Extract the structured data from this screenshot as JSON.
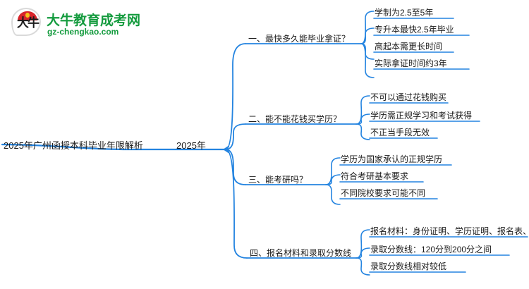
{
  "theme": {
    "line_color": "#2484e0",
    "text_color": "#1a1a1a",
    "brand_green": "#149b3e",
    "brand_red": "#d8252b",
    "background": "#ffffff"
  },
  "logo": {
    "mark_text": "大牛",
    "title": "大牛教育成考网",
    "url": "gz-chengkao.com"
  },
  "mindmap": {
    "root": {
      "label": "2025年广州函授本科毕业年限解析"
    },
    "center": {
      "label": "2025年"
    },
    "branches": [
      {
        "label": "一、最快多久能毕业拿证？",
        "leaves": [
          {
            "label": "学制为2.5至5年"
          },
          {
            "label": "专升本最快2.5年毕业"
          },
          {
            "label": "高起本需更长时间"
          },
          {
            "label": "实际拿证时间约3年"
          }
        ]
      },
      {
        "label": "二、能不能花钱买学历？",
        "leaves": [
          {
            "label": "不可以通过花钱购买"
          },
          {
            "label": "学历需正规学习和考试获得"
          },
          {
            "label": "不正当手段无效"
          }
        ]
      },
      {
        "label": "三、能考研吗？",
        "leaves": [
          {
            "label": "学历为国家承认的正规学历"
          },
          {
            "label": "符合考研基本要求"
          },
          {
            "label": "不同院校要求可能不同"
          }
        ]
      },
      {
        "label": "四、报名材料和录取分数线",
        "leaves": [
          {
            "label": "报名材料：身份证明、学历证明、报名表、照片"
          },
          {
            "label": "录取分数线：120分到200分之间"
          },
          {
            "label": "录取分数线相对较低"
          }
        ]
      }
    ]
  }
}
